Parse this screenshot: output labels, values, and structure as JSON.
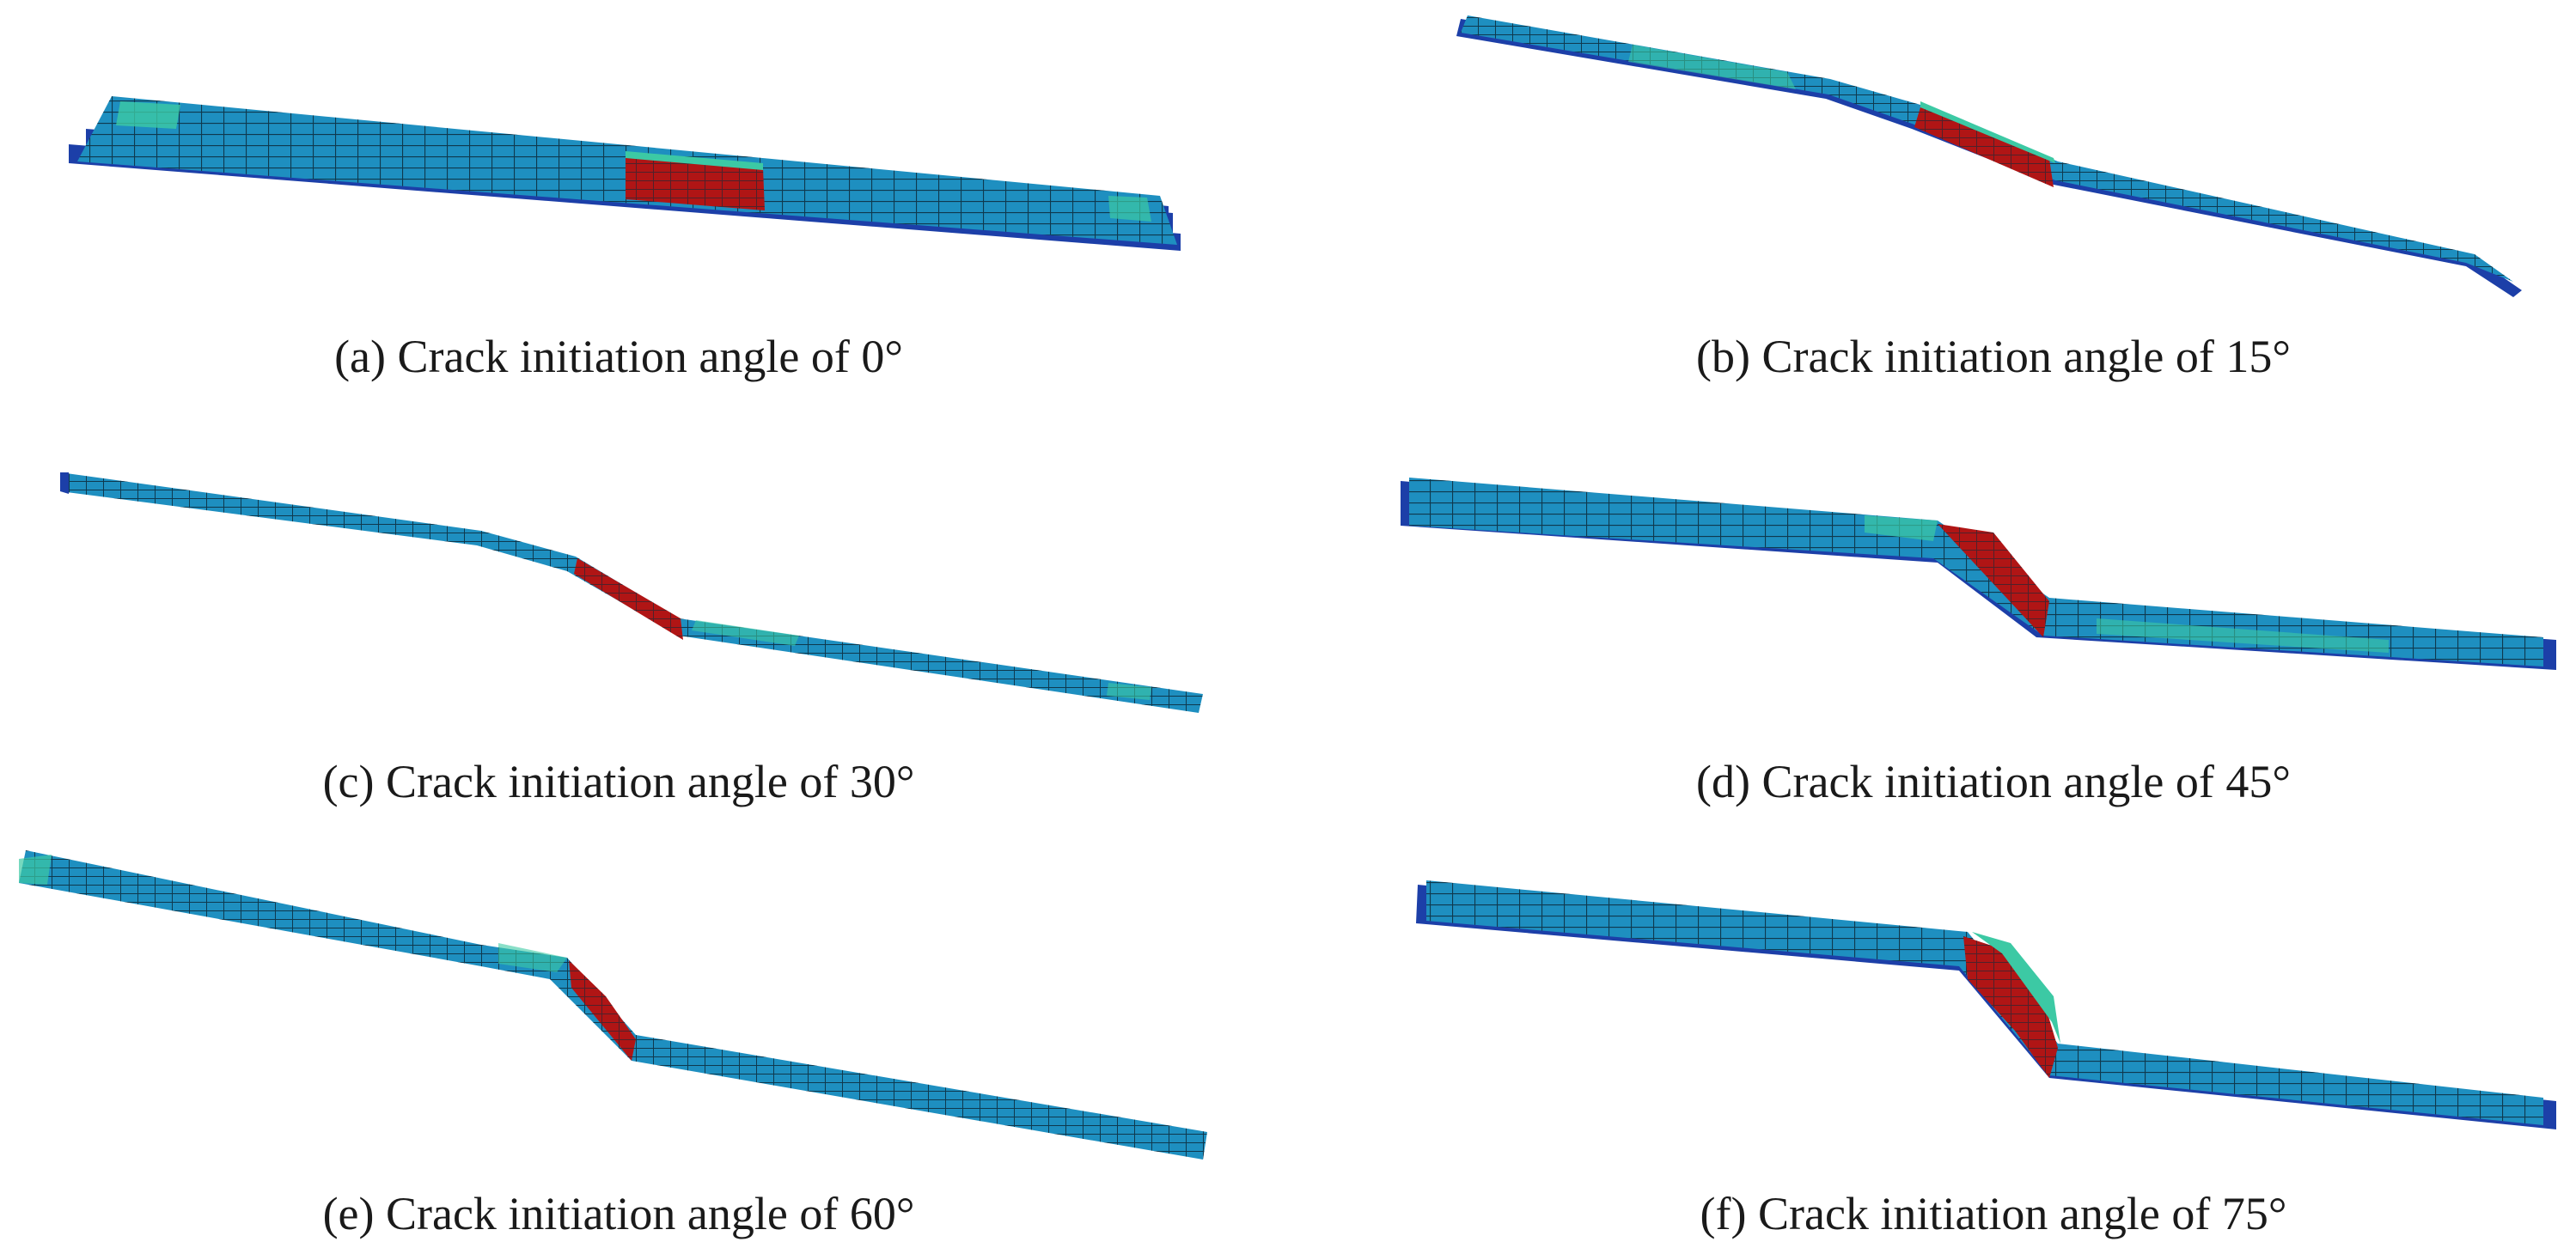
{
  "captions": {
    "a": "(a) Crack initiation angle of 0°",
    "b": "(b) Crack initiation angle of 15°",
    "c": "(c) Crack initiation angle of 30°",
    "d": "(d) Crack initiation angle of 45°",
    "e": "(e) Crack initiation angle of 60°",
    "f": "(f) Crack initiation angle of 75°"
  },
  "colors": {
    "mesh_blue": "#1E8FC0",
    "mesh_dark_blue": "#1C3FA8",
    "mesh_green": "#3CC9A4",
    "mesh_red": "#B01515",
    "mesh_line": "#0d2a3a"
  },
  "panels": [
    {
      "id": "a",
      "crack_angle_deg": 0
    },
    {
      "id": "b",
      "crack_angle_deg": 15
    },
    {
      "id": "c",
      "crack_angle_deg": 30
    },
    {
      "id": "d",
      "crack_angle_deg": 45
    },
    {
      "id": "e",
      "crack_angle_deg": 60
    },
    {
      "id": "f",
      "crack_angle_deg": 75
    }
  ]
}
